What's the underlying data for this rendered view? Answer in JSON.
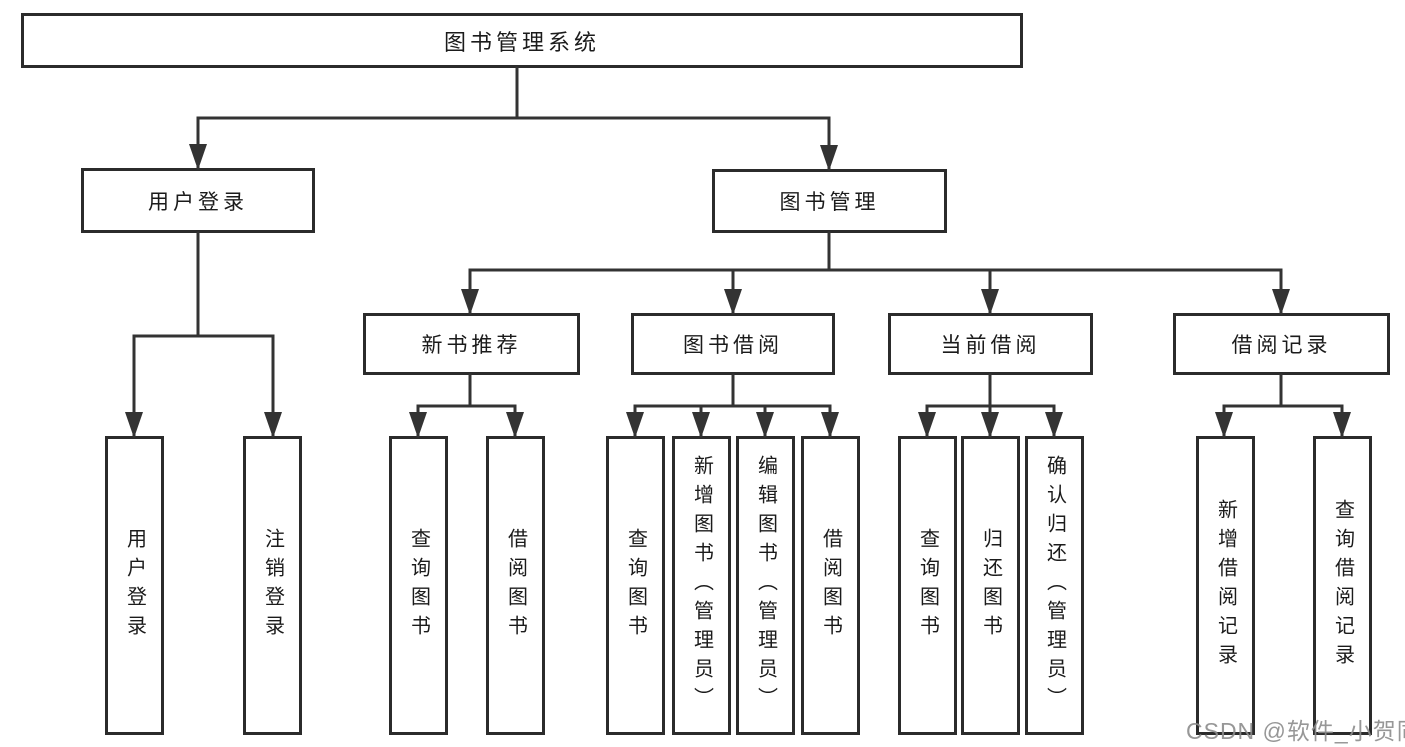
{
  "diagram": {
    "title": "图书管理系统",
    "root": {
      "label": "图书管理系统"
    },
    "branches": [
      {
        "label": "用户登录"
      },
      {
        "label": "图书管理"
      }
    ],
    "sections": [
      {
        "label": "新书推荐"
      },
      {
        "label": "图书借阅"
      },
      {
        "label": "当前借阅"
      },
      {
        "label": "借阅记录"
      }
    ],
    "leaves": [
      {
        "label": "用户登录"
      },
      {
        "label": "注销登录"
      },
      {
        "label": "查询图书"
      },
      {
        "label": "借阅图书"
      },
      {
        "label": "查询图书"
      },
      {
        "label": "新增图书（管理员）"
      },
      {
        "label": "编辑图书（管理员）"
      },
      {
        "label": "借阅图书"
      },
      {
        "label": "查询图书"
      },
      {
        "label": "归还图书"
      },
      {
        "label": "确认归还（管理员）"
      },
      {
        "label": "新增借阅记录"
      },
      {
        "label": "查询借阅记录"
      }
    ]
  },
  "watermark": {
    "text": "CSDN @软件_小贺同学"
  },
  "colors": {
    "line": "#333333",
    "box_border": "#2b2b2b",
    "text": "#1b1b1b",
    "watermark": "#8c8c8c",
    "background": "#ffffff"
  }
}
